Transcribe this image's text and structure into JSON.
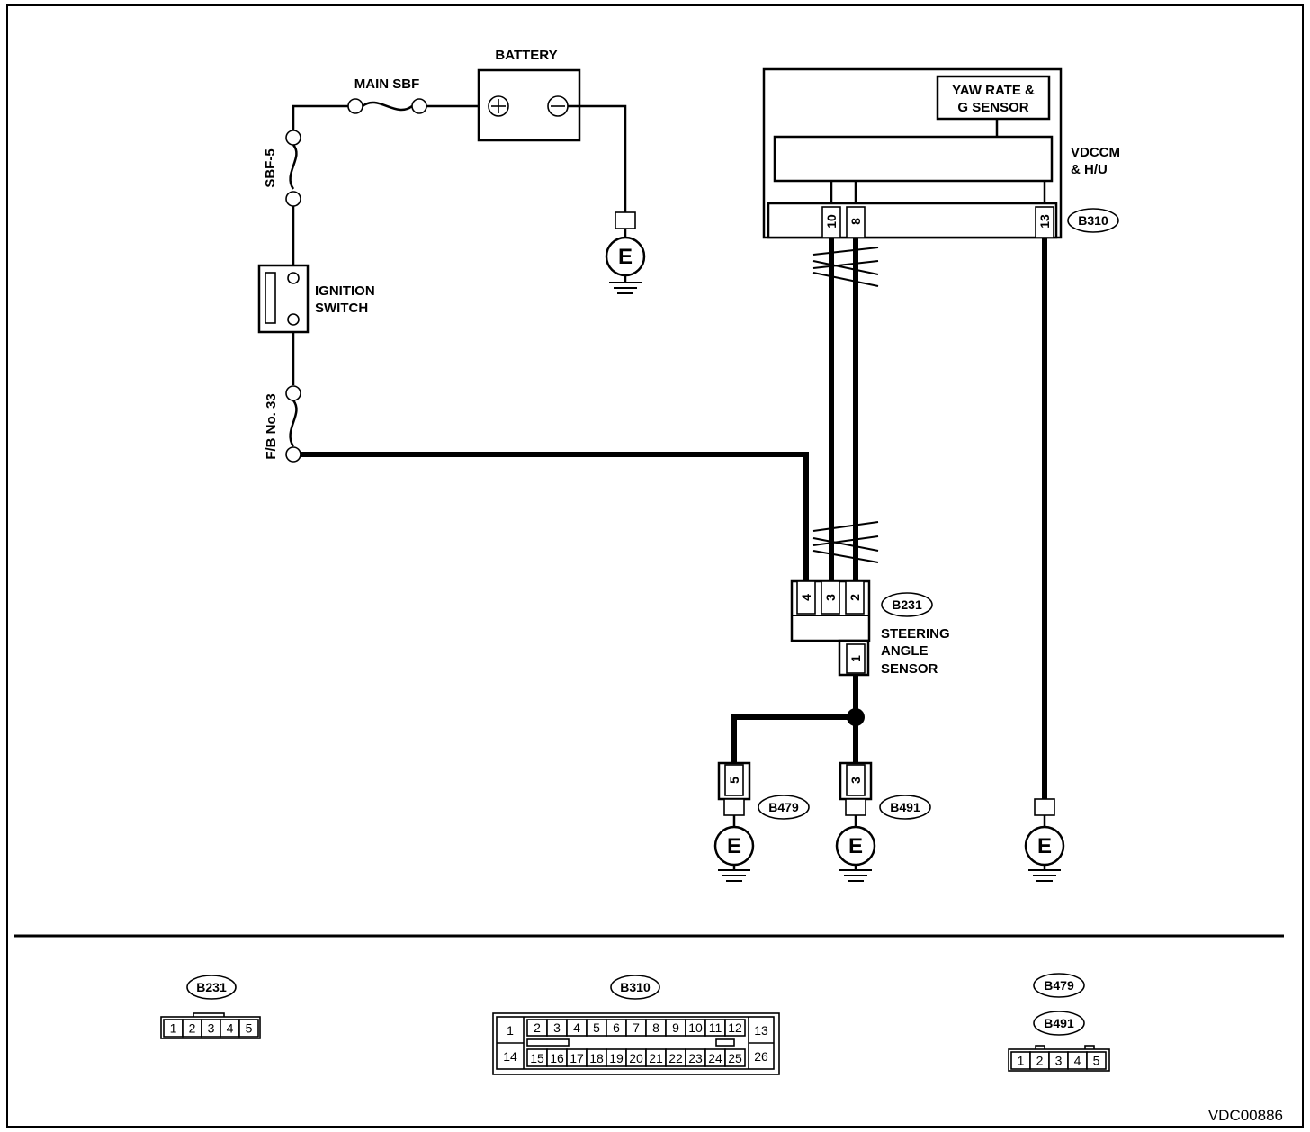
{
  "labels": {
    "battery": "BATTERY",
    "main_sbf": "MAIN SBF",
    "sbf5": "SBF-5",
    "ignition_line1": "IGNITION",
    "ignition_line2": "SWITCH",
    "fb33": "F/B No. 33",
    "yaw_line1": "YAW RATE &",
    "yaw_line2": "G SENSOR",
    "vdccm_line1": "VDCCM",
    "vdccm_line2": "& H/U",
    "steering_line1": "STEERING",
    "steering_line2": "ANGLE",
    "steering_line3": "SENSOR",
    "ground": "E",
    "plus": "+",
    "minus": "−"
  },
  "connectors": {
    "b310": "B310",
    "b231": "B231",
    "b479": "B479",
    "b491": "B491"
  },
  "pins": {
    "vdccm_10": "10",
    "vdccm_8": "8",
    "vdccm_13": "13",
    "sas_4": "4",
    "sas_3": "3",
    "sas_2": "2",
    "sas_1": "1",
    "b479_5": "5",
    "b491_3": "3"
  },
  "legend": {
    "b231_pins": [
      "1",
      "2",
      "3",
      "4",
      "5"
    ],
    "b310_top": [
      "1",
      "2",
      "3",
      "4",
      "5",
      "6",
      "7",
      "8",
      "9",
      "10",
      "11",
      "12",
      "13"
    ],
    "b310_bottom": [
      "14",
      "15",
      "16",
      "17",
      "18",
      "19",
      "20",
      "21",
      "22",
      "23",
      "24",
      "25",
      "26"
    ],
    "b479_b491_pins": [
      "1",
      "2",
      "3",
      "4",
      "5"
    ]
  },
  "figure_code": "VDC00886"
}
